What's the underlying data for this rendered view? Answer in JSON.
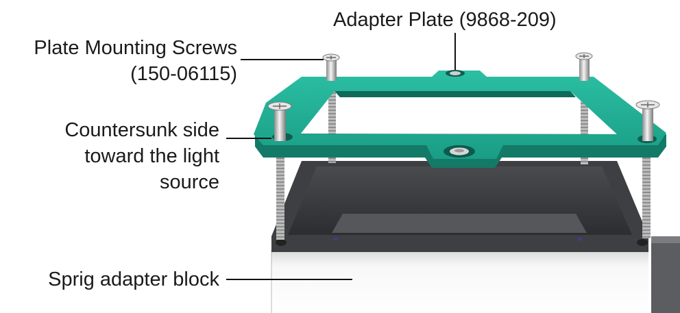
{
  "labels": {
    "adapter_plate": "Adapter Plate (9868-209)",
    "plate_screws_line1": "Plate Mounting Screws",
    "plate_screws_line2": "(150-06115)",
    "countersunk_line1": "Countersunk side",
    "countersunk_line2": "toward the light",
    "countersunk_line3": "source",
    "sprig_block": "Sprig adapter block"
  },
  "colors": {
    "plate": "#1fa88f",
    "plate_dark": "#137a68",
    "block_top": "#3a3b3e",
    "block_side": "#f2f2f2",
    "screw": "#d9d9d9",
    "leader": "#111111"
  },
  "icons": [
    "adapter-plate-illustration",
    "screw-icon"
  ]
}
